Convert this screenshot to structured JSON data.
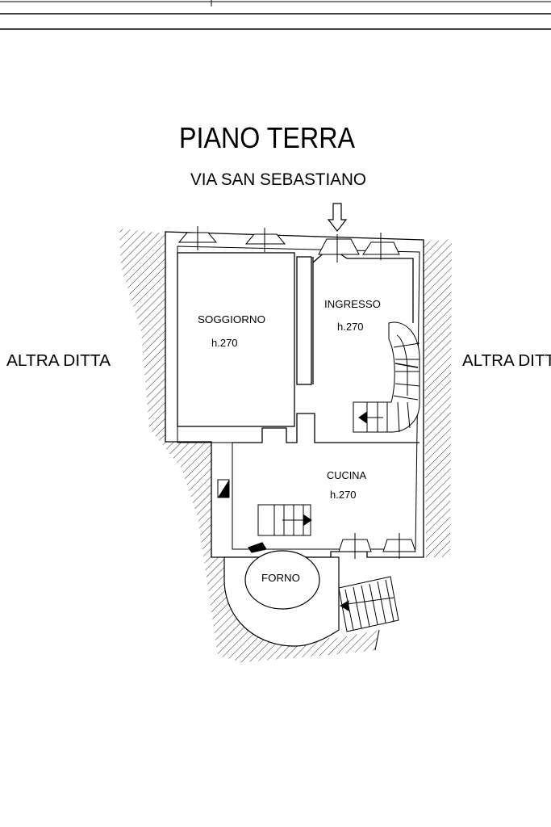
{
  "title": "PIANO TERRA",
  "street": "VIA SAN SEBASTIANO",
  "neighbors": {
    "left": "ALTRA DITTA",
    "right": "ALTRA DITT"
  },
  "rooms": {
    "soggiorno": {
      "name": "SOGGIORNO",
      "height": "h.270"
    },
    "ingresso": {
      "name": "INGRESSO",
      "height": "h.270"
    },
    "cucina": {
      "name": "CUCINA",
      "height": "h.270"
    },
    "forno": {
      "name": "FORNO"
    }
  }
}
